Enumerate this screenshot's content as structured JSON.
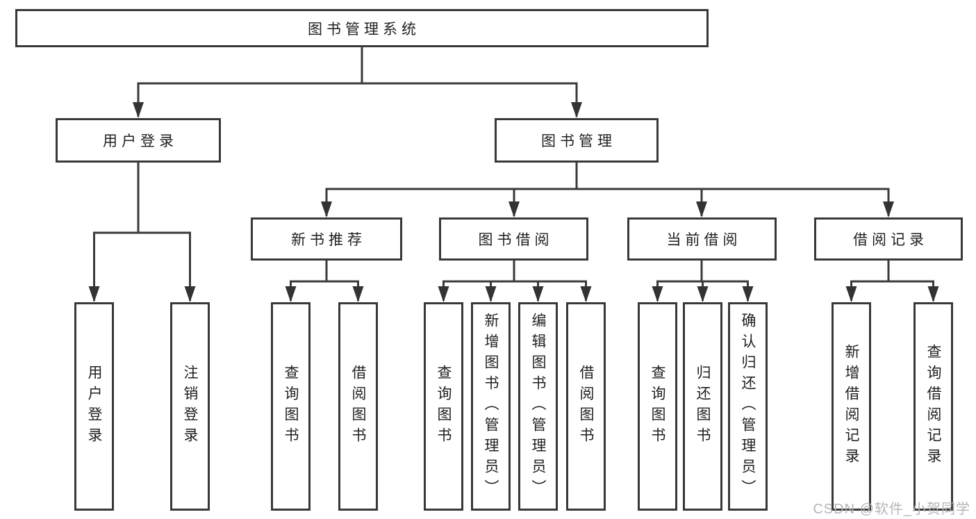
{
  "tree": {
    "root": "图书管理系统",
    "children": [
      {
        "label": "用户登录",
        "children": [
          "用户登录",
          "注销登录"
        ]
      },
      {
        "label": "图书管理",
        "children": [
          {
            "label": "新书推荐",
            "children": [
              "查询图书",
              "借阅图书"
            ]
          },
          {
            "label": "图书借阅",
            "children": [
              "查询图书",
              "新增图书（管理员）",
              "编辑图书（管理员）",
              "借阅图书"
            ]
          },
          {
            "label": "当前借阅",
            "children": [
              "查询图书",
              "归还图书",
              "确认归还（管理员）"
            ]
          },
          {
            "label": "借阅记录",
            "children": [
              "新增借阅记录",
              "查询借阅记录"
            ]
          }
        ]
      }
    ]
  },
  "watermark": "CSDN @软件_小贺同学",
  "colors": {
    "line": "#3a3a3a",
    "box_border": "#383838",
    "text": "#1f1f1f",
    "watermark": "#b5b5b5",
    "background": "#ffffff"
  }
}
